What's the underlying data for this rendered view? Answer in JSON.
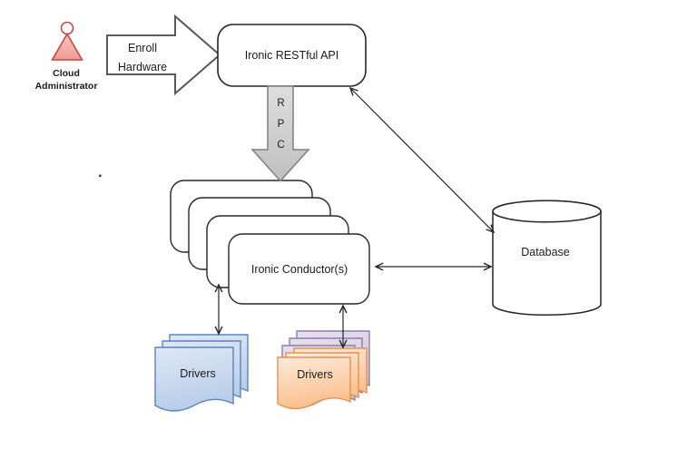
{
  "diagram": {
    "labels": {
      "actor_line1": "Cloud",
      "actor_line2": "Administrator",
      "enroll_line1": "Enroll",
      "enroll_line2": "Hardware",
      "api": "Ironic RESTful API",
      "rpc_r": "R",
      "rpc_p": "P",
      "rpc_c": "C",
      "conductor": "Ironic Conductor(s)",
      "database": "Database",
      "drivers_blue": "Drivers",
      "drivers_orange": "Drivers"
    },
    "nodes": [
      "Cloud Administrator",
      "Ironic RESTful API",
      "Ironic Conductor(s)",
      "Database",
      "Drivers (blue stack)",
      "Drivers (orange stack)"
    ],
    "edges": [
      {
        "from": "Cloud Administrator",
        "to": "Ironic RESTful API",
        "label": "Enroll Hardware",
        "style": "block-arrow"
      },
      {
        "from": "Ironic RESTful API",
        "to": "Ironic Conductor(s)",
        "label": "RPC",
        "style": "block-arrow-down"
      },
      {
        "from": "Ironic RESTful API",
        "to": "Database",
        "style": "double-headed-line"
      },
      {
        "from": "Ironic Conductor(s)",
        "to": "Database",
        "style": "double-headed-line"
      },
      {
        "from": "Ironic Conductor(s)",
        "to": "Drivers (blue stack)",
        "style": "double-headed-line"
      },
      {
        "from": "Ironic Conductor(s)",
        "to": "Drivers (orange stack)",
        "style": "double-headed-line"
      }
    ]
  },
  "colors": {
    "line": "#262626",
    "actor_border": "#bf4a44",
    "actor_fill_light": "#f9c6c2",
    "actor_fill_dark": "#ee9a94",
    "block_arrow_border": "#595959",
    "rpc_border": "#7f7f7f",
    "rpc_fill_light": "#dedede",
    "rpc_fill_dark": "#bfbfbf",
    "blue_border": "#5b84b8",
    "blue_fill_light": "#dde8f6",
    "blue_fill_dark": "#b9cde9",
    "orange_border": "#ec9049",
    "orange_fill_light": "#fdeada",
    "orange_fill_dark": "#fac08f",
    "purple_border": "#8e7cab",
    "purple_fill_light": "#e6e0ef",
    "purple_fill_dark": "#ccc0da"
  }
}
